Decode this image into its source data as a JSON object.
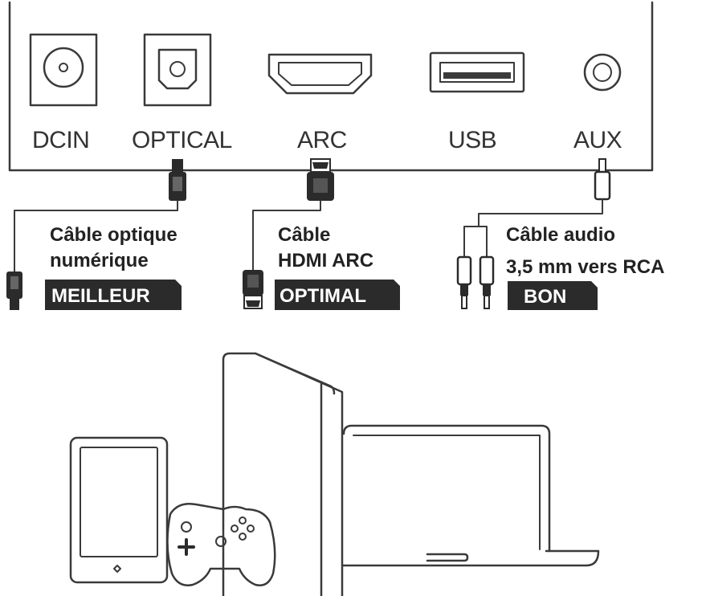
{
  "ports": {
    "dcin": "DCIN",
    "optical": "OPTICAL",
    "arc": "ARC",
    "usb": "USB",
    "aux": "AUX"
  },
  "cables": {
    "optical": {
      "line1": "Câble optique",
      "line2": "numérique",
      "rating": "MEILLEUR"
    },
    "hdmi": {
      "line1": "Câble",
      "line2": "HDMI ARC",
      "rating": "OPTIMAL"
    },
    "audio": {
      "line1": "Câble audio",
      "line2": "3,5 mm vers RCA",
      "rating": "BON"
    }
  },
  "colors": {
    "line": "#3a3a3a",
    "badge": "#2b2b2b",
    "badge_text": "#ffffff"
  },
  "icons": [
    "dc-jack-icon",
    "optical-port-icon",
    "hdmi-port-icon",
    "usb-port-icon",
    "aux-jack-icon",
    "tablet-icon",
    "game-controller-icon",
    "game-console-icon",
    "laptop-icon"
  ]
}
